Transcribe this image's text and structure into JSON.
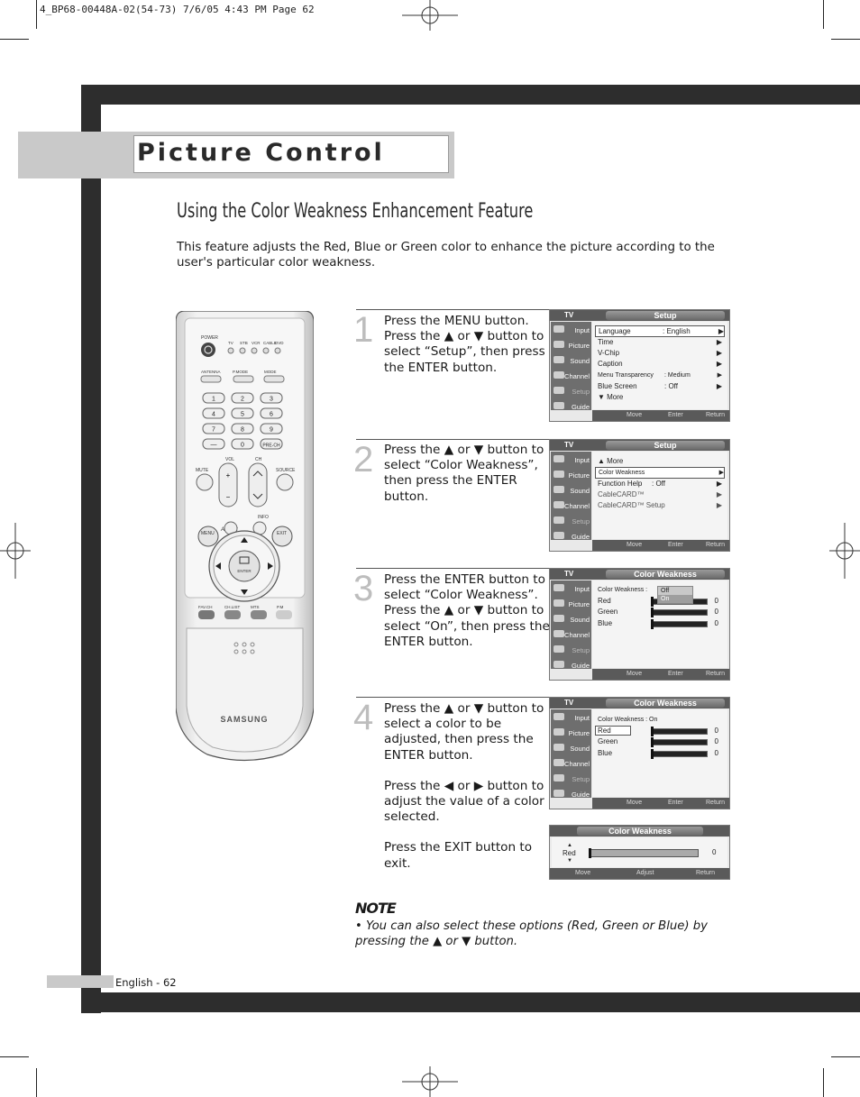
{
  "print_header": "4_BP68-00448A-02(54-73)  7/6/05  4:43 PM  Page 62",
  "chapter_title": "Picture Control",
  "section_title": "Using the Color Weakness Enhancement Feature",
  "intro": "This feature adjusts the Red, Blue or Green color to enhance the picture according to the user's particular color weakness.",
  "remote": {
    "top_labels": [
      "POWER",
      "TV",
      "STB",
      "VCR",
      "CABLE",
      "DVD"
    ],
    "row_labels": [
      "ANTENNA",
      "P.MODE",
      "MODE"
    ],
    "number_keys": [
      "1",
      "2",
      "3",
      "4",
      "5",
      "6",
      "7",
      "8",
      "9",
      "—",
      "0",
      "PRE-CH"
    ],
    "vol_label": "VOL",
    "ch_label": "CH",
    "mute_label": "MUTE",
    "source_label": "SOURCE",
    "menu_label": "MENU",
    "info_label": "INFO",
    "exit_label": "EXIT",
    "favorite_label": "Anynet",
    "enter_label": "ENTER",
    "bottom_labels": [
      "FAV.CH",
      "CH.LIST",
      "MTS",
      "P.M"
    ],
    "brand": "SAMSUNG"
  },
  "steps": [
    {
      "num": "1",
      "paragraphs": [
        "Press the MENU button. Press the ▲ or ▼ button to select “Setup”, then press the ENTER button."
      ]
    },
    {
      "num": "2",
      "paragraphs": [
        "Press the ▲ or ▼ button to select “Color Weakness”, then press the ENTER button."
      ]
    },
    {
      "num": "3",
      "paragraphs": [
        "Press the ENTER button to select “Color Weakness”. Press the ▲ or ▼ button to select “On”, then press the ENTER button."
      ]
    },
    {
      "num": "4",
      "paragraphs": [
        "Press the ▲ or ▼ button to select a color to be adjusted, then press the ENTER button.",
        "Press the ◀ or ▶ button to adjust the value of a color selected.",
        "Press the EXIT button to exit."
      ]
    }
  ],
  "osd": {
    "tv_label": "TV",
    "sidebar": [
      "Input",
      "Picture",
      "Sound",
      "Channel",
      "Setup",
      "Guide"
    ],
    "footer": {
      "move": "Move",
      "enter": "Enter",
      "return": "Return",
      "adjust": "Adjust"
    },
    "screen1": {
      "title": "Setup",
      "rows": [
        {
          "label": "Language",
          "value": ": English",
          "arrow": "▶"
        },
        {
          "label": "Time",
          "value": "",
          "arrow": "▶"
        },
        {
          "label": "V-Chip",
          "value": "",
          "arrow": "▶"
        },
        {
          "label": "Caption",
          "value": "",
          "arrow": "▶"
        },
        {
          "label": "Menu Transparency",
          "value": ": Medium",
          "arrow": "▶"
        },
        {
          "label": "Blue Screen",
          "value": ": Off",
          "arrow": "▶"
        },
        {
          "label": "▼ More",
          "value": "",
          "arrow": ""
        }
      ]
    },
    "screen2": {
      "title": "Setup",
      "rows": [
        {
          "label": "▲ More",
          "value": "",
          "arrow": ""
        },
        {
          "label": "Color Weakness",
          "value": "",
          "arrow": "▶"
        },
        {
          "label": "Function Help",
          "value": ": Off",
          "arrow": "▶"
        },
        {
          "label": "CableCARD™",
          "value": "",
          "arrow": "▶"
        },
        {
          "label": "CableCARD™ Setup",
          "value": "",
          "arrow": "▶"
        }
      ]
    },
    "screen3": {
      "title": "Color Weakness",
      "cw_label": "Color Weakness :",
      "dropdown": [
        "Off",
        "On"
      ],
      "colors": [
        {
          "label": "Red",
          "value": "0"
        },
        {
          "label": "Green",
          "value": "0"
        },
        {
          "label": "Blue",
          "value": "0"
        }
      ]
    },
    "screen4": {
      "title": "Color Weakness",
      "cw_label": "Color Weakness : On",
      "colors": [
        {
          "label": "Red",
          "value": "0"
        },
        {
          "label": "Green",
          "value": "0"
        },
        {
          "label": "Blue",
          "value": "0"
        }
      ]
    },
    "screen5": {
      "title": "Color Weakness",
      "color": {
        "label": "Red",
        "value": "0"
      }
    }
  },
  "note": {
    "title": "NOTE",
    "bullet": "• You can also select these options (Red, Green or Blue) by pressing the ▲ or ▼ button."
  },
  "footer": "English - 62"
}
